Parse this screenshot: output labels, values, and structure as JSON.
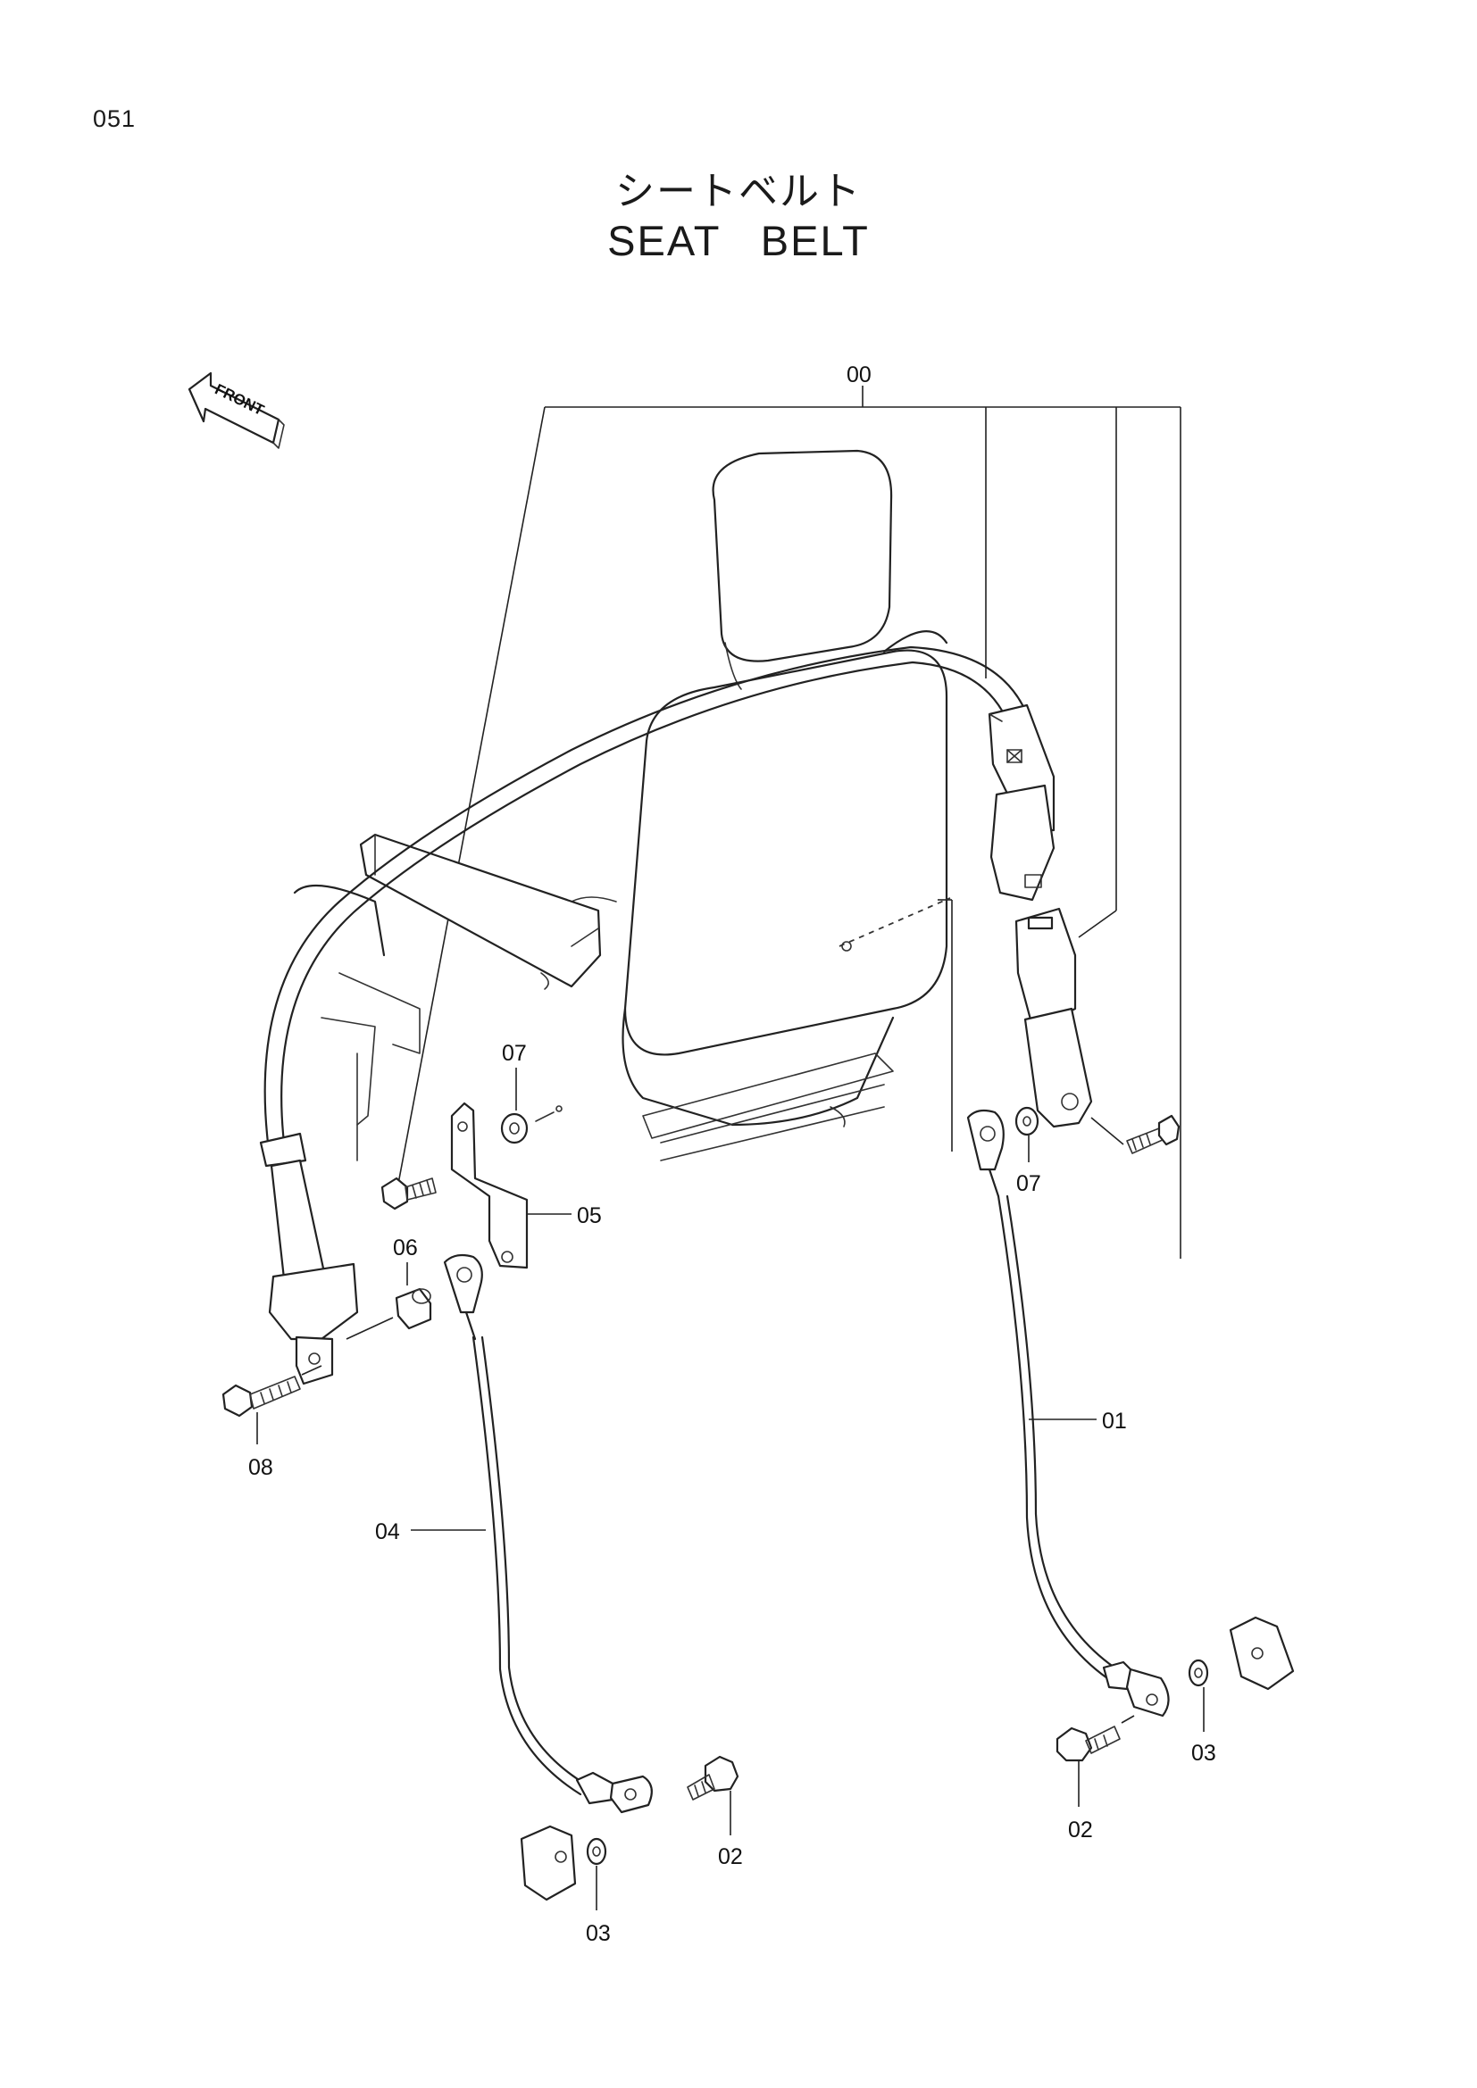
{
  "header": {
    "page_number": "051",
    "title_jp": "シートベルト",
    "title_en": "SEAT   BELT"
  },
  "orientation": {
    "front_label": "FRONT"
  },
  "callouts": {
    "c00": "00",
    "c01": "01",
    "c02a": "02",
    "c02b": "02",
    "c03a": "03",
    "c03b": "03",
    "c04": "04",
    "c05": "05",
    "c06": "06",
    "c07a": "07",
    "c07b": "07",
    "c08": "08"
  }
}
